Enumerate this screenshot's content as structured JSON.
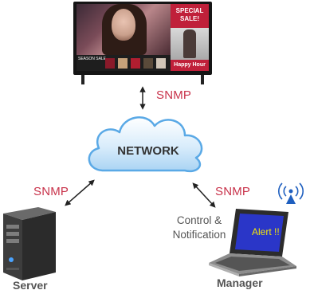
{
  "diagram": {
    "tv": {
      "sale_banner": "SPECIAL SALE!",
      "season_sale": "SEASON SALE",
      "happy_hour": "Happy Hour"
    },
    "network_label": "NETWORK",
    "snmp_top": "SNMP",
    "snmp_left": "SNMP",
    "snmp_right": "SNMP",
    "control_notification": "Control & Notification",
    "alert": "Alert !!",
    "server_label": "Server",
    "manager_label": "Manager",
    "colors": {
      "snmp": "#c8324a",
      "cloud": "#5aa9e6",
      "alert_text": "#f1e40a",
      "label": "#555555"
    },
    "icons": [
      "tv-icon",
      "cloud-icon",
      "server-icon",
      "laptop-icon",
      "wireless-alert-icon"
    ]
  }
}
